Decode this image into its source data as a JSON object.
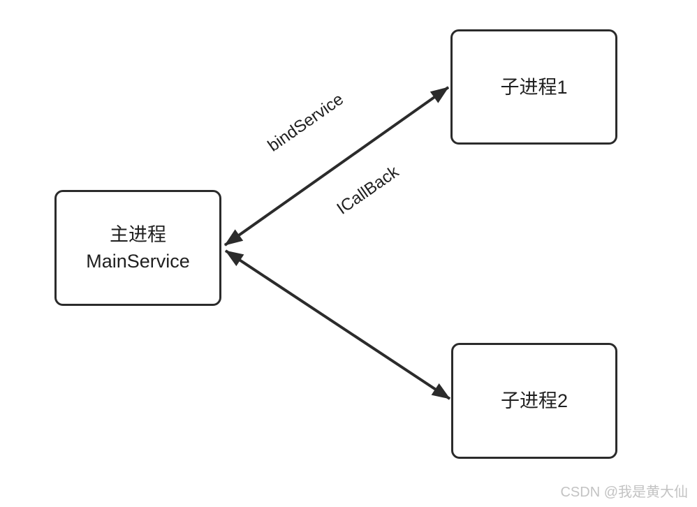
{
  "colors": {
    "stroke": "#2b2b2b",
    "text": "#1f1f1f",
    "watermark": "#c3c3c3"
  },
  "nodes": {
    "main": {
      "title_zh": "主进程",
      "title_en": "MainService"
    },
    "child1": {
      "label": "子进程1"
    },
    "child2": {
      "label": "子进程2"
    }
  },
  "edges": {
    "bind": {
      "label": "bindService"
    },
    "callback": {
      "label": "ICallBack"
    }
  },
  "watermark": {
    "text": "CSDN @我是黄大仙"
  }
}
